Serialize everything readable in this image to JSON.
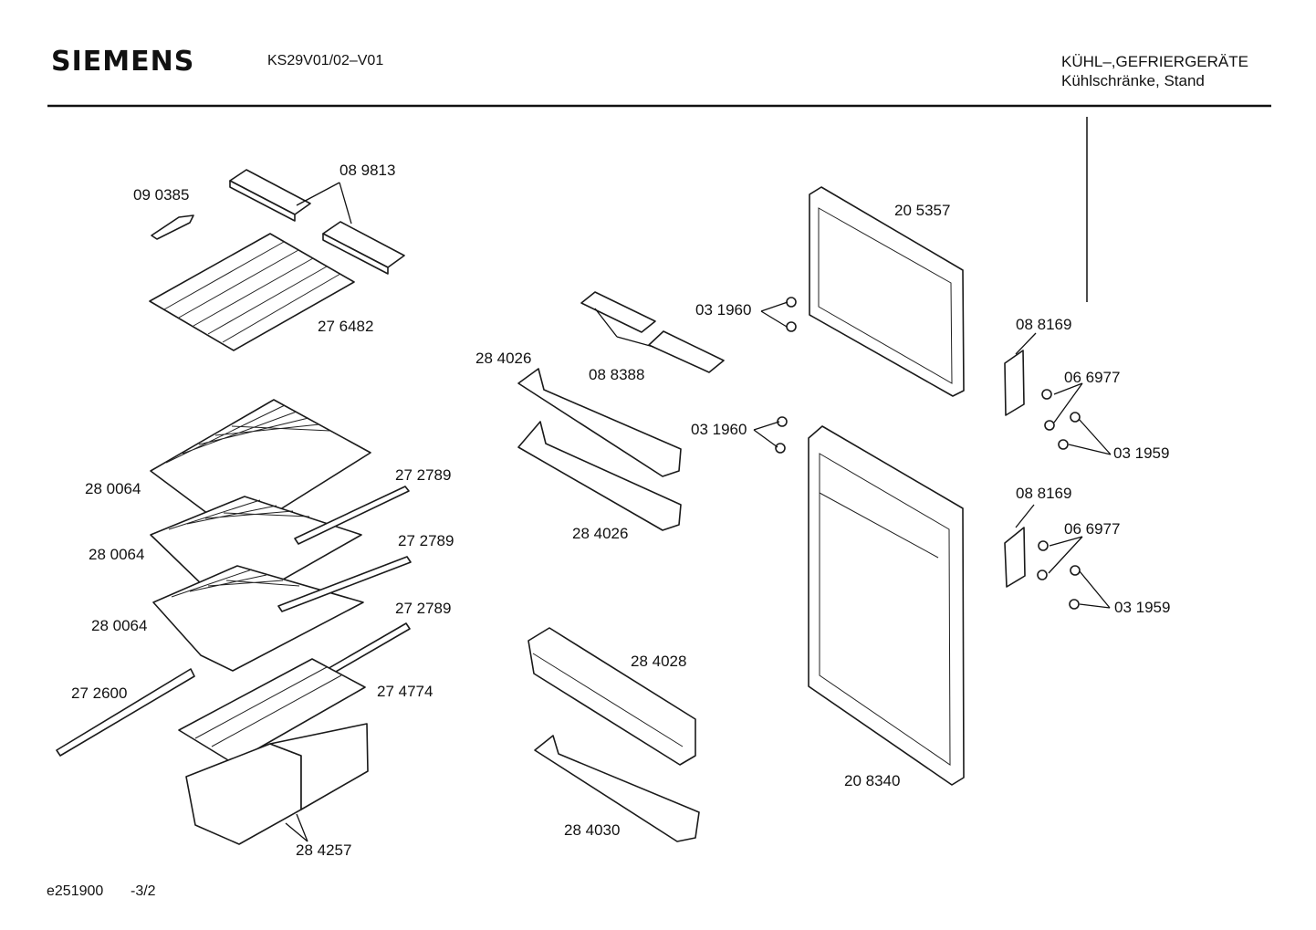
{
  "header": {
    "brand": "SIEMENS",
    "model": "KS29V01/02–V01",
    "category_line1": "KÜHL–,GEFRIERGERÄTE",
    "category_line2": "Kühlschränke, Stand"
  },
  "footer": {
    "drawing_id": "e251900",
    "page": "-3/2"
  },
  "parts": {
    "p090385": "09 0385",
    "p089813": "08 9813",
    "p276482": "27 6482",
    "p280064_a": "28 0064",
    "p280064_b": "28 0064",
    "p280064_c": "28 0064",
    "p272789_a": "27 2789",
    "p272789_b": "27 2789",
    "p272789_c": "27 2789",
    "p272600": "27 2600",
    "p274774": "27 4774",
    "p284257": "28 4257",
    "p284026_a": "28 4026",
    "p284026_b": "28 4026",
    "p088388": "08 8388",
    "p284028": "28 4028",
    "p284030": "28 4030",
    "p031960_a": "03 1960",
    "p031960_b": "03 1960",
    "p205357": "20 5357",
    "p208340": "20 8340",
    "p088169_a": "08 8169",
    "p088169_b": "08 8169",
    "p066977_a": "06 6977",
    "p066977_b": "06 6977",
    "p031959_a": "03 1959",
    "p031959_b": "03 1959"
  }
}
